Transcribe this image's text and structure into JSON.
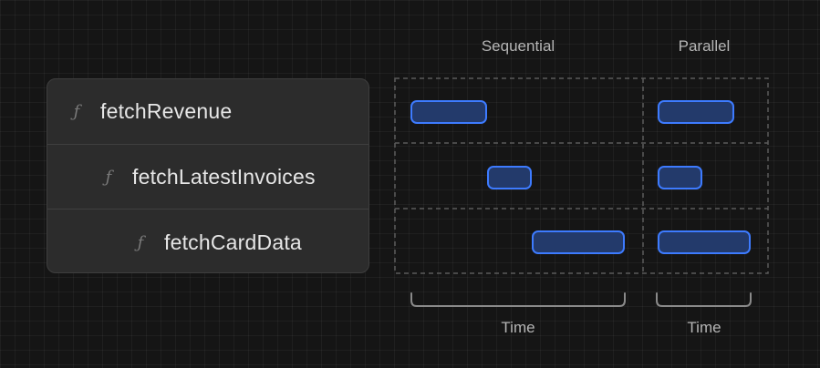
{
  "functions": [
    {
      "icon": "ƒ",
      "name": "fetchRevenue"
    },
    {
      "icon": "ƒ",
      "name": "fetchLatestInvoices"
    },
    {
      "icon": "ƒ",
      "name": "fetchCardData"
    }
  ],
  "columns": {
    "sequential": {
      "title": "Sequential",
      "time_label": "Time"
    },
    "parallel": {
      "title": "Parallel",
      "time_label": "Time"
    }
  },
  "colors": {
    "bar_fill": "#233a6b",
    "bar_stroke": "#3d7bff",
    "dashed_border": "#5b5b5b",
    "bracket": "#8a8a8a"
  }
}
